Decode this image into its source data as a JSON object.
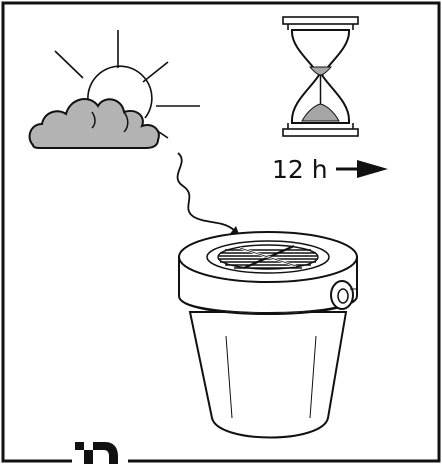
{
  "charging": {
    "duration_label": "12 h"
  },
  "colors": {
    "ink": "#111111",
    "cloud_fill": "#b3b3b3",
    "sand_fill": "#a6a6a6",
    "frame": "#111111",
    "background": "#ffffff"
  },
  "icons": {
    "sun": "sun-icon",
    "cloud": "cloud-icon",
    "hourglass": "hourglass-icon",
    "arrow": "arrow-right-icon",
    "sun_ray": "wavy-arrow-icon",
    "lamp": "solar-lamp-illustration",
    "brand": "brand-logo-mark"
  }
}
